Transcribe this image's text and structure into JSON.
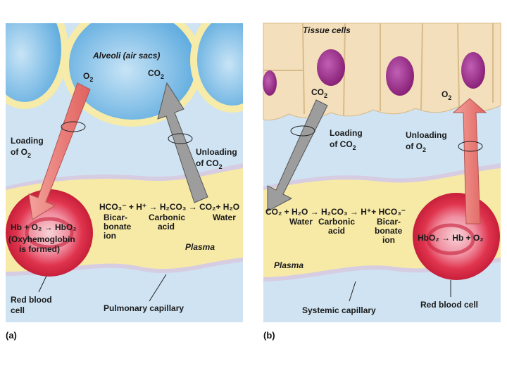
{
  "panel_a": {
    "label": "(a)",
    "alveoli": "Alveoli (air sacs)",
    "o2": "O",
    "co2": "CO",
    "sub2": "2",
    "loading_line1": "Loading",
    "loading_line2": "of O",
    "unloading_line1": "Unloading",
    "unloading_line2": "of CO",
    "equation_top": "HCO₃⁻ + H⁺  → H₂CO₃  → CO₂+ H₂O",
    "bicarbonate_ion": [
      "Bicar-",
      "bonate",
      "ion"
    ],
    "carbonic_acid": [
      "Carbonic",
      "acid"
    ],
    "water": "Water",
    "rbc_eq": "Hb + O₂  → HbO₂",
    "oxyhemoglobin": [
      "(Oxyhemoglobin",
      "is formed)"
    ],
    "plasma": "Plasma",
    "red_blood_cell": [
      "Red blood",
      "cell"
    ],
    "pulmonary_capillary": "Pulmonary capillary"
  },
  "panel_b": {
    "label": "(b)",
    "tissue_cells": "Tissue cells",
    "co2": "CO",
    "o2": "O",
    "sub2": "2",
    "loading_line1": "Loading",
    "loading_line2": "of CO",
    "unloading_line1": "Unloading",
    "unloading_line2": "of O",
    "equation_top": "CO₂ + H₂O → H₂CO₃  → H⁺+ HCO₃⁻",
    "water": "Water",
    "carbonic_acid": [
      "Carbonic",
      "acid"
    ],
    "bicarbonate_ion": [
      "Bicar-",
      "bonate",
      "ion"
    ],
    "rbc_eq": "HbO₂  → Hb + O₂",
    "plasma": "Plasma",
    "systemic_capillary": "Systemic capillary",
    "red_blood_cell": "Red blood cell"
  },
  "colors": {
    "background_blue": "#cfe3f2",
    "alveolus_blue": "#7fbfe6",
    "alveolus_wall": "#f6eba8",
    "plasma_yellow": "#f7e9a6",
    "tissue_tan": "#f3dfbb",
    "nucleus_purple": "#9a2f8c",
    "rbc_red": "#e0344e",
    "arrow_red": "#ec7a74",
    "arrow_gray": "#9d9d9d"
  }
}
